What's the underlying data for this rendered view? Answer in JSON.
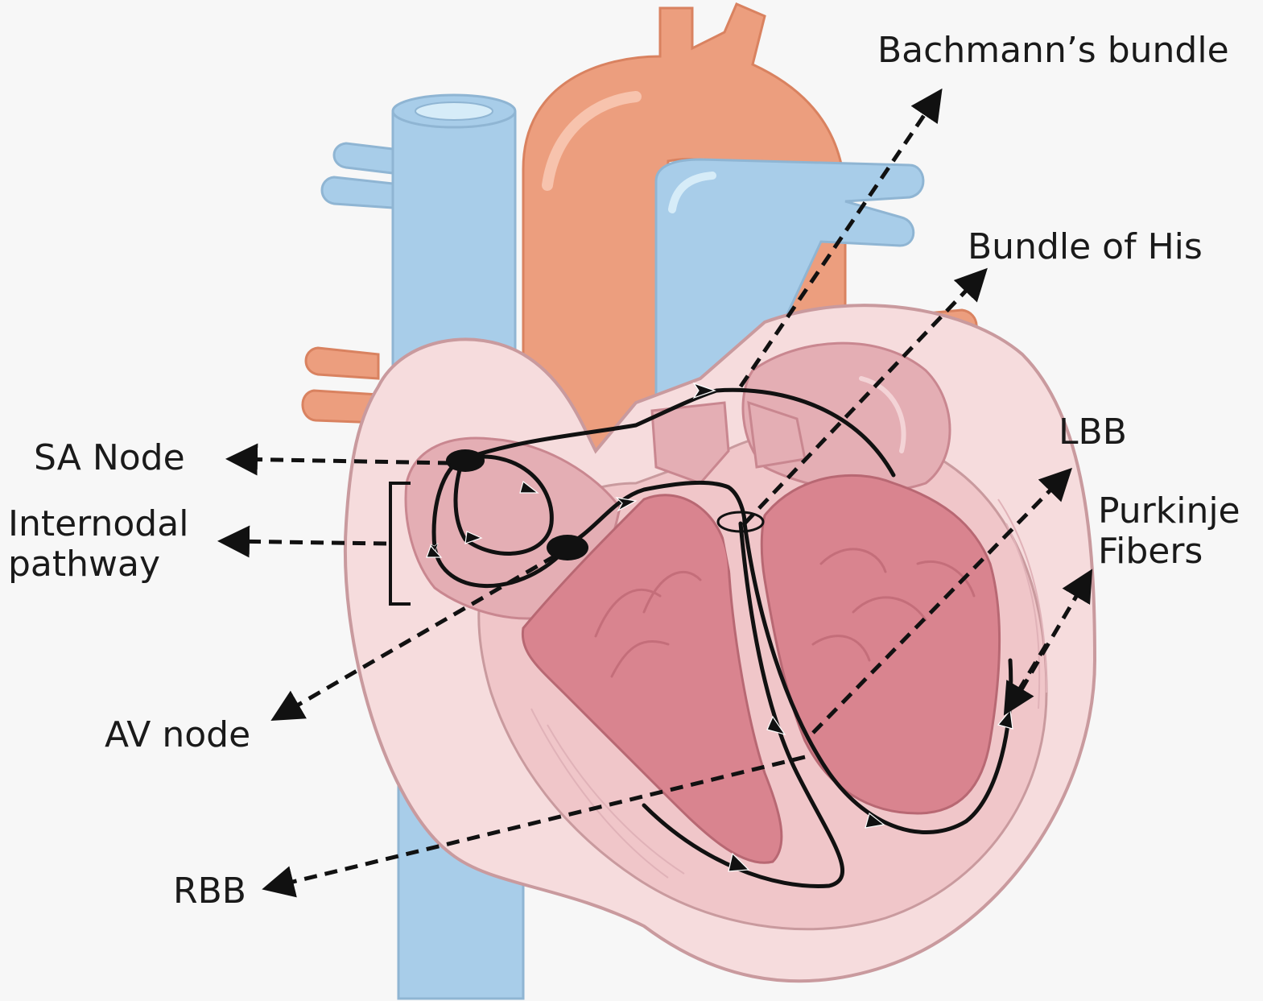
{
  "labels": {
    "bachmann": "Bachmann’s bundle",
    "his": "Bundle of His",
    "lbb": "LBB",
    "purkinje_line1": "Purkinje",
    "purkinje_line2": "Fibers",
    "sa_node": "SA Node",
    "internodal_line1": "Internodal",
    "internodal_line2": "pathway",
    "av_node": "AV node",
    "rbb": "RBB"
  },
  "colors": {
    "vein_blue": "#a8cde9",
    "artery_orange": "#ec9e7e",
    "heart_outer": "#f6dcdd",
    "heart_wall": "#f0c6c9",
    "chamber": "#d9848f",
    "atrium_inner": "#e4aeb4",
    "pathway": "#111111"
  }
}
